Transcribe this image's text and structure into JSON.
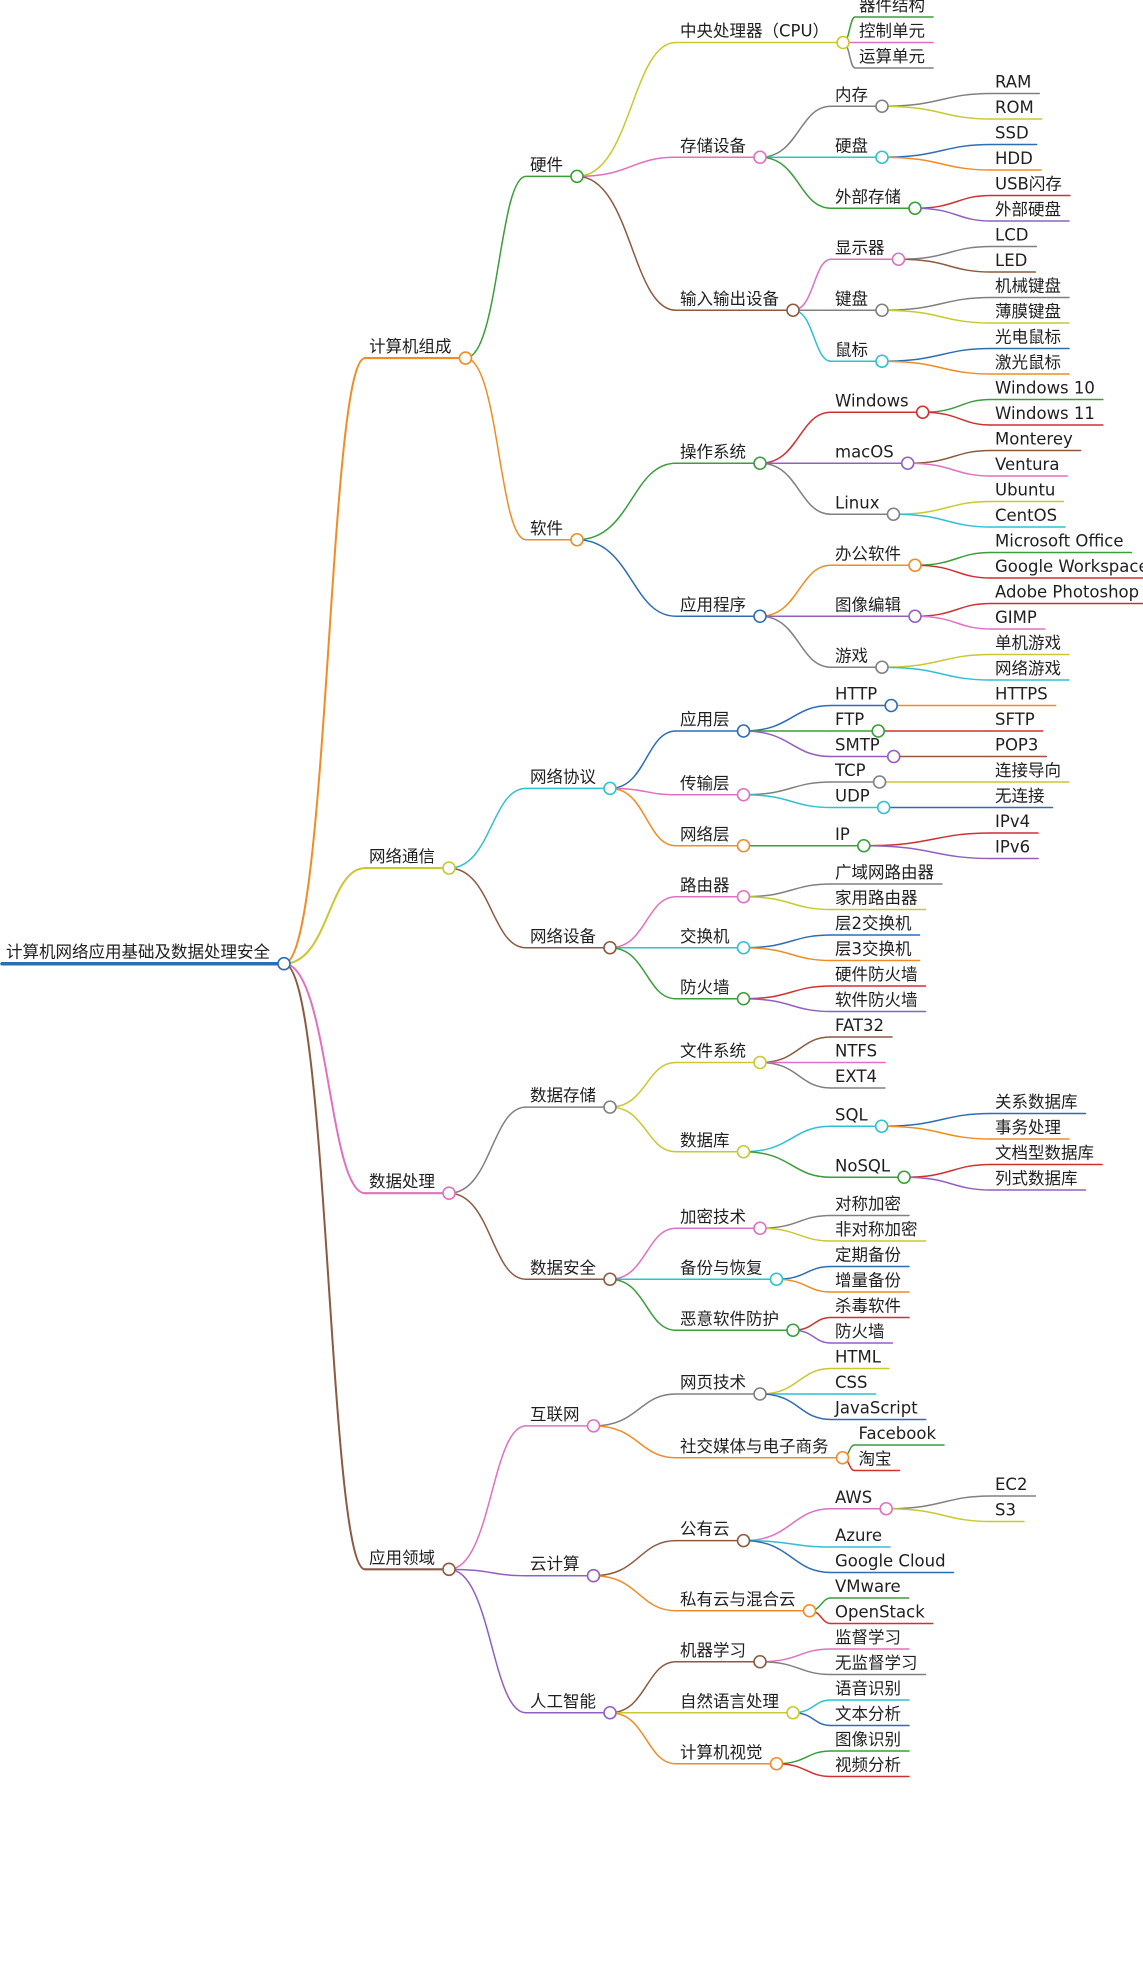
{
  "mindmap": {
    "label": "计算机网络应用基础及数据处理安全",
    "color": "#2e6db4",
    "children": [
      {
        "label": "计算机组成",
        "color": "#f08c24",
        "children": [
          {
            "label": "硬件",
            "color": "#3a9e3a",
            "children": [
              {
                "label": "中央处理器（CPU）",
                "color": "#c8c830",
                "children": [
                  {
                    "label": "器件结构",
                    "color": "#3a9e3a"
                  },
                  {
                    "label": "控制单元",
                    "color": "#e070c0"
                  },
                  {
                    "label": "运算单元",
                    "color": "#808080"
                  }
                ]
              },
              {
                "label": "存储设备",
                "color": "#e070c0",
                "children": [
                  {
                    "label": "内存",
                    "color": "#808080",
                    "children": [
                      {
                        "label": "RAM",
                        "color": "#808080"
                      },
                      {
                        "label": "ROM",
                        "color": "#c8c830"
                      }
                    ]
                  },
                  {
                    "label": "硬盘",
                    "color": "#30c0d0",
                    "children": [
                      {
                        "label": "SSD",
                        "color": "#2e6db4"
                      },
                      {
                        "label": "HDD",
                        "color": "#f08c24"
                      }
                    ]
                  },
                  {
                    "label": "外部存储",
                    "color": "#3a9e3a",
                    "children": [
                      {
                        "label": "USB闪存",
                        "color": "#d03030"
                      },
                      {
                        "label": "外部硬盘",
                        "color": "#9060c0"
                      }
                    ]
                  }
                ]
              },
              {
                "label": "输入输出设备",
                "color": "#8c5a40",
                "children": [
                  {
                    "label": "显示器",
                    "color": "#e070c0",
                    "children": [
                      {
                        "label": "LCD",
                        "color": "#808080"
                      },
                      {
                        "label": "LED",
                        "color": "#8c5a40"
                      }
                    ]
                  },
                  {
                    "label": "键盘",
                    "color": "#808080",
                    "children": [
                      {
                        "label": "机械键盘",
                        "color": "#808080"
                      },
                      {
                        "label": "薄膜键盘",
                        "color": "#c8c830"
                      }
                    ]
                  },
                  {
                    "label": "鼠标",
                    "color": "#30c0d0",
                    "children": [
                      {
                        "label": "光电鼠标",
                        "color": "#2e6db4"
                      },
                      {
                        "label": "激光鼠标",
                        "color": "#f08c24"
                      }
                    ]
                  }
                ]
              }
            ]
          },
          {
            "label": "软件",
            "color": "#f08c24",
            "children": [
              {
                "label": "操作系统",
                "color": "#3a9e3a",
                "children": [
                  {
                    "label": "Windows",
                    "color": "#d03030",
                    "children": [
                      {
                        "label": "Windows 10",
                        "color": "#3a9e3a"
                      },
                      {
                        "label": "Windows 11",
                        "color": "#d03030"
                      }
                    ]
                  },
                  {
                    "label": "macOS",
                    "color": "#9060c0",
                    "children": [
                      {
                        "label": "Monterey",
                        "color": "#8c5a40"
                      },
                      {
                        "label": "Ventura",
                        "color": "#e070c0"
                      }
                    ]
                  },
                  {
                    "label": "Linux",
                    "color": "#808080",
                    "children": [
                      {
                        "label": "Ubuntu",
                        "color": "#c8c830"
                      },
                      {
                        "label": "CentOS",
                        "color": "#30c0d0"
                      }
                    ]
                  }
                ]
              },
              {
                "label": "应用程序",
                "color": "#2e6db4",
                "children": [
                  {
                    "label": "办公软件",
                    "color": "#f08c24",
                    "children": [
                      {
                        "label": "Microsoft Office",
                        "color": "#3a9e3a"
                      },
                      {
                        "label": "Google Workspace",
                        "color": "#d03030"
                      }
                    ]
                  },
                  {
                    "label": "图像编辑",
                    "color": "#9060c0",
                    "children": [
                      {
                        "label": "Adobe Photoshop",
                        "color": "#d03030"
                      },
                      {
                        "label": "GIMP",
                        "color": "#e070c0"
                      }
                    ]
                  },
                  {
                    "label": "游戏",
                    "color": "#808080",
                    "children": [
                      {
                        "label": "单机游戏",
                        "color": "#c8c830"
                      },
                      {
                        "label": "网络游戏",
                        "color": "#30c0d0"
                      }
                    ]
                  }
                ]
              }
            ]
          }
        ]
      },
      {
        "label": "网络通信",
        "color": "#c8c830",
        "children": [
          {
            "label": "网络协议",
            "color": "#30c0d0",
            "children": [
              {
                "label": "应用层",
                "color": "#2e6db4",
                "children": [
                  {
                    "label": "HTTP",
                    "color": "#2e6db4",
                    "children": [
                      {
                        "label": "HTTPS",
                        "color": "#f08c24"
                      }
                    ]
                  },
                  {
                    "label": "FTP",
                    "color": "#3a9e3a",
                    "children": [
                      {
                        "label": "SFTP",
                        "color": "#d03030"
                      }
                    ]
                  },
                  {
                    "label": "SMTP",
                    "color": "#9060c0",
                    "children": [
                      {
                        "label": "POP3",
                        "color": "#8c5a40"
                      }
                    ]
                  }
                ]
              },
              {
                "label": "传输层",
                "color": "#e070c0",
                "children": [
                  {
                    "label": "TCP",
                    "color": "#808080",
                    "children": [
                      {
                        "label": "连接导向",
                        "color": "#c8c830"
                      }
                    ]
                  },
                  {
                    "label": "UDP",
                    "color": "#30c0d0",
                    "children": [
                      {
                        "label": "无连接",
                        "color": "#2e6db4"
                      }
                    ]
                  }
                ]
              },
              {
                "label": "网络层",
                "color": "#f08c24",
                "children": [
                  {
                    "label": "IP",
                    "color": "#3a9e3a",
                    "children": [
                      {
                        "label": "IPv4",
                        "color": "#d03030"
                      },
                      {
                        "label": "IPv6",
                        "color": "#9060c0"
                      }
                    ]
                  }
                ]
              }
            ]
          },
          {
            "label": "网络设备",
            "color": "#8c5a40",
            "children": [
              {
                "label": "路由器",
                "color": "#e070c0",
                "children": [
                  {
                    "label": "广域网路由器",
                    "color": "#808080"
                  },
                  {
                    "label": "家用路由器",
                    "color": "#c8c830"
                  }
                ]
              },
              {
                "label": "交换机",
                "color": "#30c0d0",
                "children": [
                  {
                    "label": "层2交换机",
                    "color": "#2e6db4"
                  },
                  {
                    "label": "层3交换机",
                    "color": "#f08c24"
                  }
                ]
              },
              {
                "label": "防火墙",
                "color": "#3a9e3a",
                "children": [
                  {
                    "label": "硬件防火墙",
                    "color": "#d03030"
                  },
                  {
                    "label": "软件防火墙",
                    "color": "#9060c0"
                  }
                ]
              }
            ]
          }
        ]
      },
      {
        "label": "数据处理",
        "color": "#e070c0",
        "children": [
          {
            "label": "数据存储",
            "color": "#808080",
            "children": [
              {
                "label": "文件系统",
                "color": "#c8c830",
                "children": [
                  {
                    "label": "FAT32",
                    "color": "#8c5a40"
                  },
                  {
                    "label": "NTFS",
                    "color": "#e070c0"
                  },
                  {
                    "label": "EXT4",
                    "color": "#808080"
                  }
                ]
              },
              {
                "label": "数据库",
                "color": "#c8c830",
                "children": [
                  {
                    "label": "SQL",
                    "color": "#30c0d0",
                    "children": [
                      {
                        "label": "关系数据库",
                        "color": "#2e6db4"
                      },
                      {
                        "label": "事务处理",
                        "color": "#f08c24"
                      }
                    ]
                  },
                  {
                    "label": "NoSQL",
                    "color": "#3a9e3a",
                    "children": [
                      {
                        "label": "文档型数据库",
                        "color": "#d03030"
                      },
                      {
                        "label": "列式数据库",
                        "color": "#9060c0"
                      }
                    ]
                  }
                ]
              }
            ]
          },
          {
            "label": "数据安全",
            "color": "#8c5a40",
            "children": [
              {
                "label": "加密技术",
                "color": "#e070c0",
                "children": [
                  {
                    "label": "对称加密",
                    "color": "#808080"
                  },
                  {
                    "label": "非对称加密",
                    "color": "#c8c830"
                  }
                ]
              },
              {
                "label": "备份与恢复",
                "color": "#30c0d0",
                "children": [
                  {
                    "label": "定期备份",
                    "color": "#2e6db4"
                  },
                  {
                    "label": "增量备份",
                    "color": "#f08c24"
                  }
                ]
              },
              {
                "label": "恶意软件防护",
                "color": "#3a9e3a",
                "children": [
                  {
                    "label": "杀毒软件",
                    "color": "#d03030"
                  },
                  {
                    "label": "防火墙",
                    "color": "#9060c0"
                  }
                ]
              }
            ]
          }
        ]
      },
      {
        "label": "应用领域",
        "color": "#8c5a40",
        "children": [
          {
            "label": "互联网",
            "color": "#e070c0",
            "children": [
              {
                "label": "网页技术",
                "color": "#808080",
                "children": [
                  {
                    "label": "HTML",
                    "color": "#c8c830"
                  },
                  {
                    "label": "CSS",
                    "color": "#30c0d0"
                  },
                  {
                    "label": "JavaScript",
                    "color": "#2e6db4"
                  }
                ]
              },
              {
                "label": "社交媒体与电子商务",
                "color": "#f08c24",
                "children": [
                  {
                    "label": "Facebook",
                    "color": "#3a9e3a"
                  },
                  {
                    "label": "淘宝",
                    "color": "#d03030"
                  }
                ]
              }
            ]
          },
          {
            "label": "云计算",
            "color": "#9060c0",
            "children": [
              {
                "label": "公有云",
                "color": "#8c5a40",
                "children": [
                  {
                    "label": "AWS",
                    "color": "#e070c0",
                    "children": [
                      {
                        "label": "EC2",
                        "color": "#808080"
                      },
                      {
                        "label": "S3",
                        "color": "#c8c830"
                      }
                    ]
                  },
                  {
                    "label": "Azure",
                    "color": "#30c0d0"
                  },
                  {
                    "label": "Google Cloud",
                    "color": "#2e6db4"
                  }
                ]
              },
              {
                "label": "私有云与混合云",
                "color": "#f08c24",
                "children": [
                  {
                    "label": "VMware",
                    "color": "#3a9e3a"
                  },
                  {
                    "label": "OpenStack",
                    "color": "#d03030"
                  }
                ]
              }
            ]
          },
          {
            "label": "人工智能",
            "color": "#9060c0",
            "children": [
              {
                "label": "机器学习",
                "color": "#8c5a40",
                "children": [
                  {
                    "label": "监督学习",
                    "color": "#e070c0"
                  },
                  {
                    "label": "无监督学习",
                    "color": "#808080"
                  }
                ]
              },
              {
                "label": "自然语言处理",
                "color": "#c8c830",
                "children": [
                  {
                    "label": "语音识别",
                    "color": "#30c0d0"
                  },
                  {
                    "label": "文本分析",
                    "color": "#2e6db4"
                  }
                ]
              },
              {
                "label": "计算机视觉",
                "color": "#f08c24",
                "children": [
                  {
                    "label": "图像识别",
                    "color": "#3a9e3a"
                  },
                  {
                    "label": "视频分析",
                    "color": "#d03030"
                  }
                ]
              }
            ]
          }
        ]
      }
    ]
  }
}
